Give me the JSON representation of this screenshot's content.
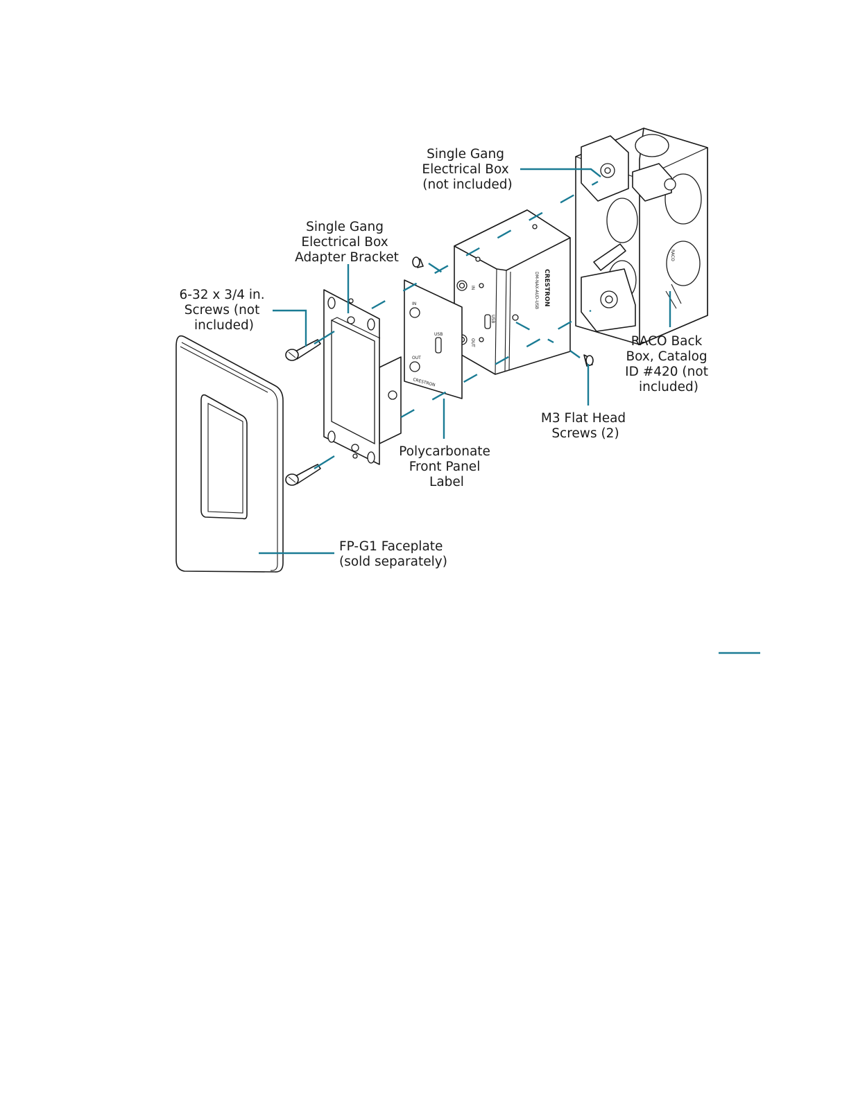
{
  "callouts": {
    "electrical_box": [
      "Single Gang",
      "Electrical Box",
      "(not included)"
    ],
    "adapter_bracket": [
      "Single Gang",
      "Electrical Box",
      "Adapter Bracket"
    ],
    "screws_632": [
      "6-32 x 3/4 in.",
      "Screws (not",
      "included)"
    ],
    "raco_box": [
      "RACO Back",
      "Box, Catalog",
      "ID #420 (not",
      "included)"
    ],
    "m3_screws": [
      "M3 Flat Head",
      "Screws (2)"
    ],
    "front_panel_label": [
      "Polycarbonate",
      "Front Panel",
      "Label"
    ],
    "faceplate": [
      "FP-G1 Faceplate",
      "(sold separately)"
    ]
  },
  "device_markings": {
    "label_in": "IN",
    "label_usb": "USB",
    "label_out": "OUT",
    "side_brand": "CRESTRON",
    "side_model": "DM-NAX-AUD-USB",
    "panel_brand": "CRESTRON"
  },
  "accent_color": "#1a7b94"
}
